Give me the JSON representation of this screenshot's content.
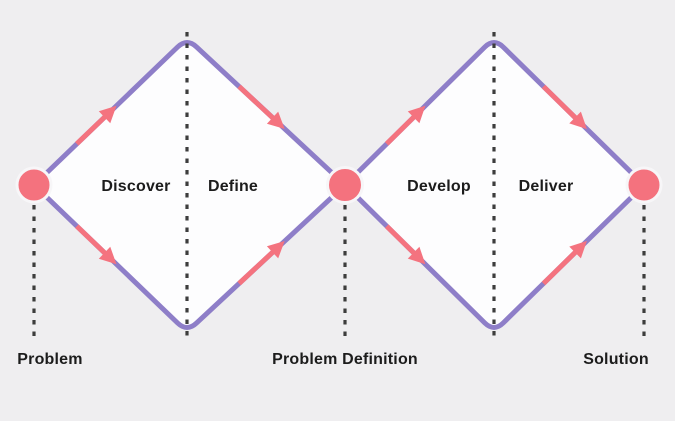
{
  "colors": {
    "background": "#EFEEF0",
    "diamond_fill": "#FDFDFE",
    "outline_purple": "#8E7EC8",
    "arrow_pink": "#F4737F",
    "node_pink": "#F4727E",
    "node_ring": "#F7F6F8",
    "dash_gray": "#3D3D3D",
    "text": "#1C1C1C"
  },
  "phases": [
    {
      "label": "Discover"
    },
    {
      "label": "Define"
    },
    {
      "label": "Develop"
    },
    {
      "label": "Deliver"
    }
  ],
  "milestones": [
    {
      "label": "Problem"
    },
    {
      "label": "Problem Definition"
    },
    {
      "label": "Solution"
    }
  ]
}
